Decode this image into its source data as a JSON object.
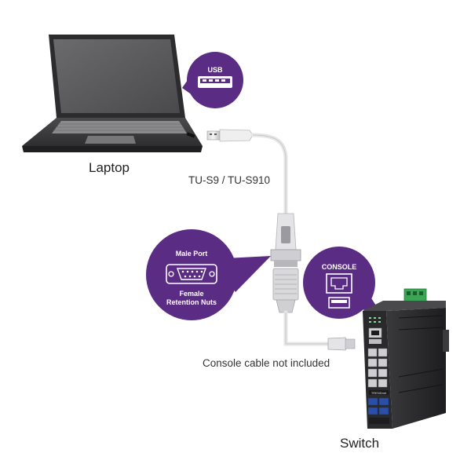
{
  "labels": {
    "laptop": "Laptop",
    "adapter": "TU-S9 / TU-S910",
    "console_note": "Console cable not included",
    "switch": "Switch"
  },
  "callouts": {
    "usb": "USB",
    "serial_top": "Male Port",
    "serial_bottom_1": "Female",
    "serial_bottom_2": "Retention Nuts",
    "console": "CONSOLE"
  },
  "switch_brand": "TRENDnet",
  "colors": {
    "callout": "#5b2c83",
    "laptop_body": "#3b3b3d",
    "switch_body": "#2a2a2c",
    "port_blue": "#2a4fa8",
    "terminal_green": "#3aa655"
  }
}
